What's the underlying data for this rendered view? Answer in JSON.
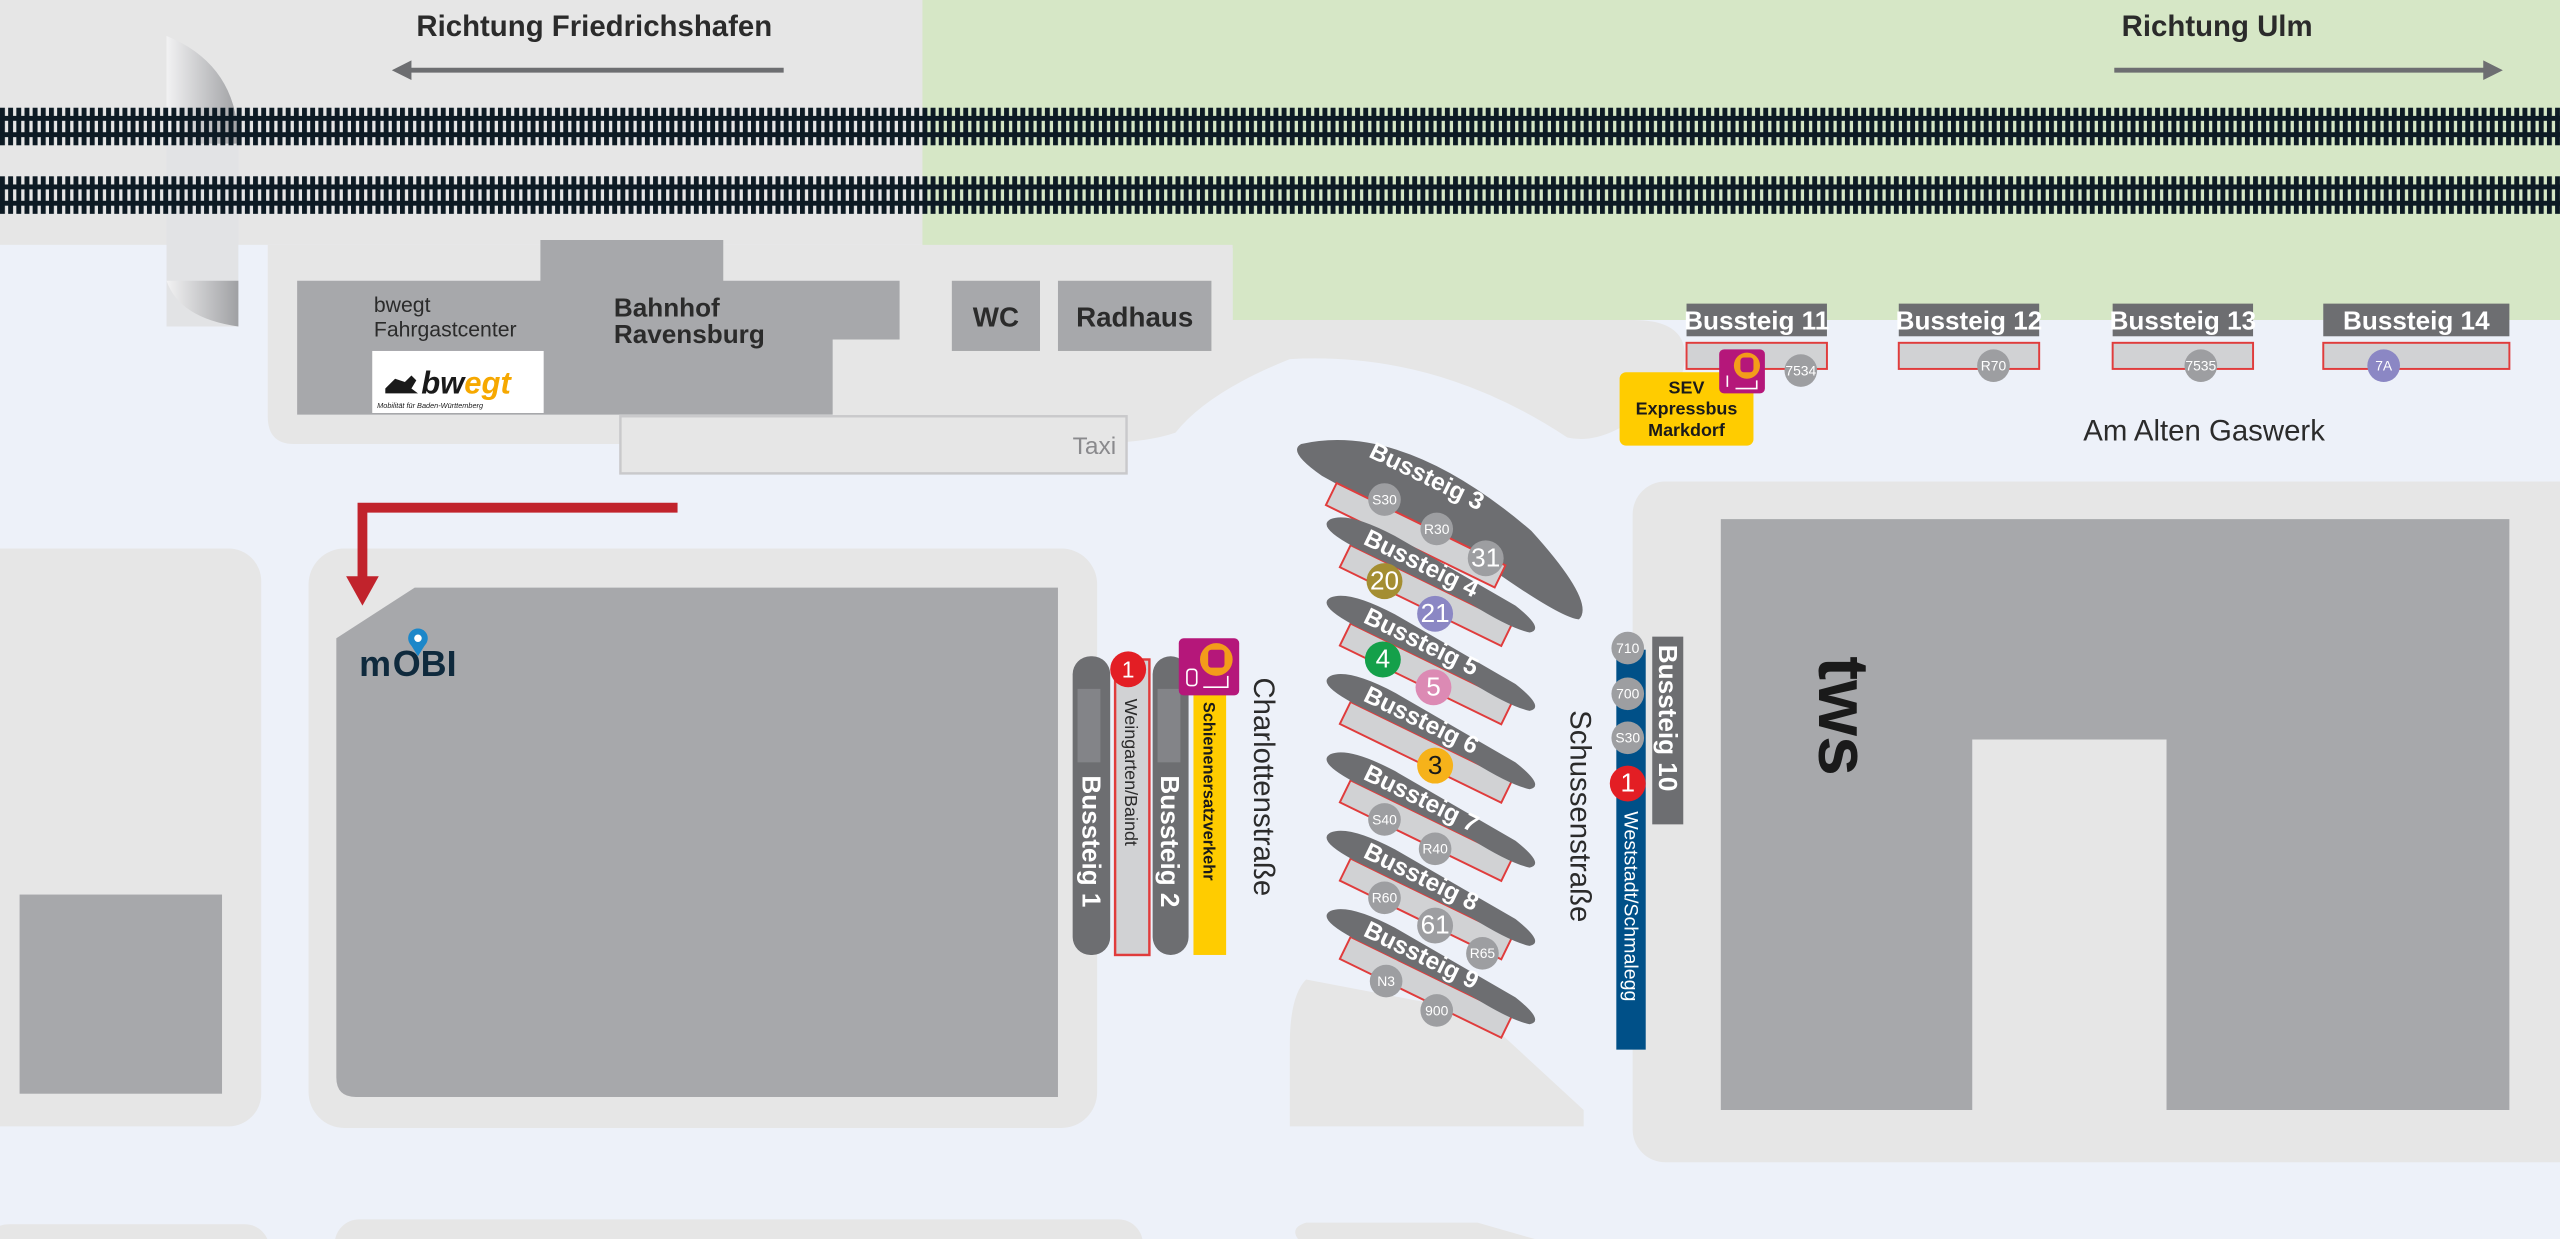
{
  "directions": {
    "left": "Richtung Friedrichshafen",
    "right": "Richtung Ulm"
  },
  "buildings": {
    "fahrgastcenter": [
      "bwegt",
      "Fahrgastcenter"
    ],
    "bahnhof": [
      "Bahnhof",
      "Ravensburg"
    ],
    "wc": "WC",
    "radhaus": "Radhaus",
    "taxi": "Taxi",
    "bwegt_logo": {
      "text": "bwegt",
      "tagline": "Mobilität für Baden-Württemberg"
    },
    "mobi_logo": "MOBI",
    "tws": "tws"
  },
  "streets": {
    "charlotten": "Charlottenstraße",
    "schussen": "Schussenstraße",
    "gaswerk": "Am Alten Gaswerk"
  },
  "platform_west": {
    "bussteig1": "Bussteig 1",
    "bussteig2": "Bussteig 2",
    "line1": {
      "name": "1",
      "color": "#e31e24"
    },
    "line1_destination": "Weingarten/Baindt",
    "sev_label": "Schienenersatzverkehr"
  },
  "platforms_diagonal": [
    {
      "label": "Bussteig 3",
      "routes": [
        {
          "name": "S30",
          "color": "#9d9ea1"
        },
        {
          "name": "R30",
          "color": "#9d9ea1"
        },
        {
          "name": "31",
          "color": "#9d9ea1"
        }
      ]
    },
    {
      "label": "Bussteig 4",
      "routes": [
        {
          "name": "20",
          "color": "#a48e32"
        },
        {
          "name": "21",
          "color": "#8b87c4"
        }
      ]
    },
    {
      "label": "Bussteig 5",
      "routes": [
        {
          "name": "4",
          "color": "#14a04a"
        },
        {
          "name": "5",
          "color": "#dc8ab4"
        }
      ]
    },
    {
      "label": "Bussteig 6",
      "routes": [
        {
          "name": "3",
          "color": "#f6b21a"
        }
      ]
    },
    {
      "label": "Bussteig 7",
      "routes": [
        {
          "name": "S40",
          "color": "#9d9ea1"
        },
        {
          "name": "R40",
          "color": "#9d9ea1"
        }
      ]
    },
    {
      "label": "Bussteig 8",
      "routes": [
        {
          "name": "R60",
          "color": "#9d9ea1"
        },
        {
          "name": "61",
          "color": "#9d9ea1"
        },
        {
          "name": "R65",
          "color": "#9d9ea1"
        }
      ]
    },
    {
      "label": "Bussteig 9",
      "routes": [
        {
          "name": "N3",
          "color": "#9d9ea1"
        },
        {
          "name": "900",
          "color": "#9d9ea1"
        }
      ]
    }
  ],
  "platform_10": {
    "label": "Bussteig 10",
    "routes": [
      {
        "name": "710",
        "color": "#9d9ea1"
      },
      {
        "name": "700",
        "color": "#9d9ea1"
      },
      {
        "name": "S30",
        "color": "#9d9ea1"
      },
      {
        "name": "1",
        "color": "#e31e24"
      }
    ],
    "destination": "Weststadt/Schmalegg"
  },
  "platforms_north": [
    {
      "label": "Bussteig 11",
      "routes": [
        {
          "name": "7534",
          "color": "#9d9ea1"
        }
      ]
    },
    {
      "label": "Bussteig 12",
      "routes": [
        {
          "name": "R70",
          "color": "#9d9ea1"
        }
      ]
    },
    {
      "label": "Bussteig 13",
      "routes": [
        {
          "name": "7535",
          "color": "#9d9ea1"
        }
      ]
    },
    {
      "label": "Bussteig 14",
      "routes": [
        {
          "name": "7A",
          "color": "#8b87c4"
        }
      ]
    }
  ],
  "sev_expressbus": [
    "SEV",
    "Expressbus",
    "Markdorf"
  ],
  "colors": {
    "background": "#edf1f9",
    "area": "#e6e6e6",
    "green": "#d6e7c6",
    "building": "#a7a8ab",
    "platform_dark": "#6d6e71",
    "platform_border": "#e03c3c",
    "sev_yellow": "#ffcc00",
    "sev_magenta": "#b5177a",
    "line_blue": "#005088",
    "arrow_red": "#c1232c"
  }
}
